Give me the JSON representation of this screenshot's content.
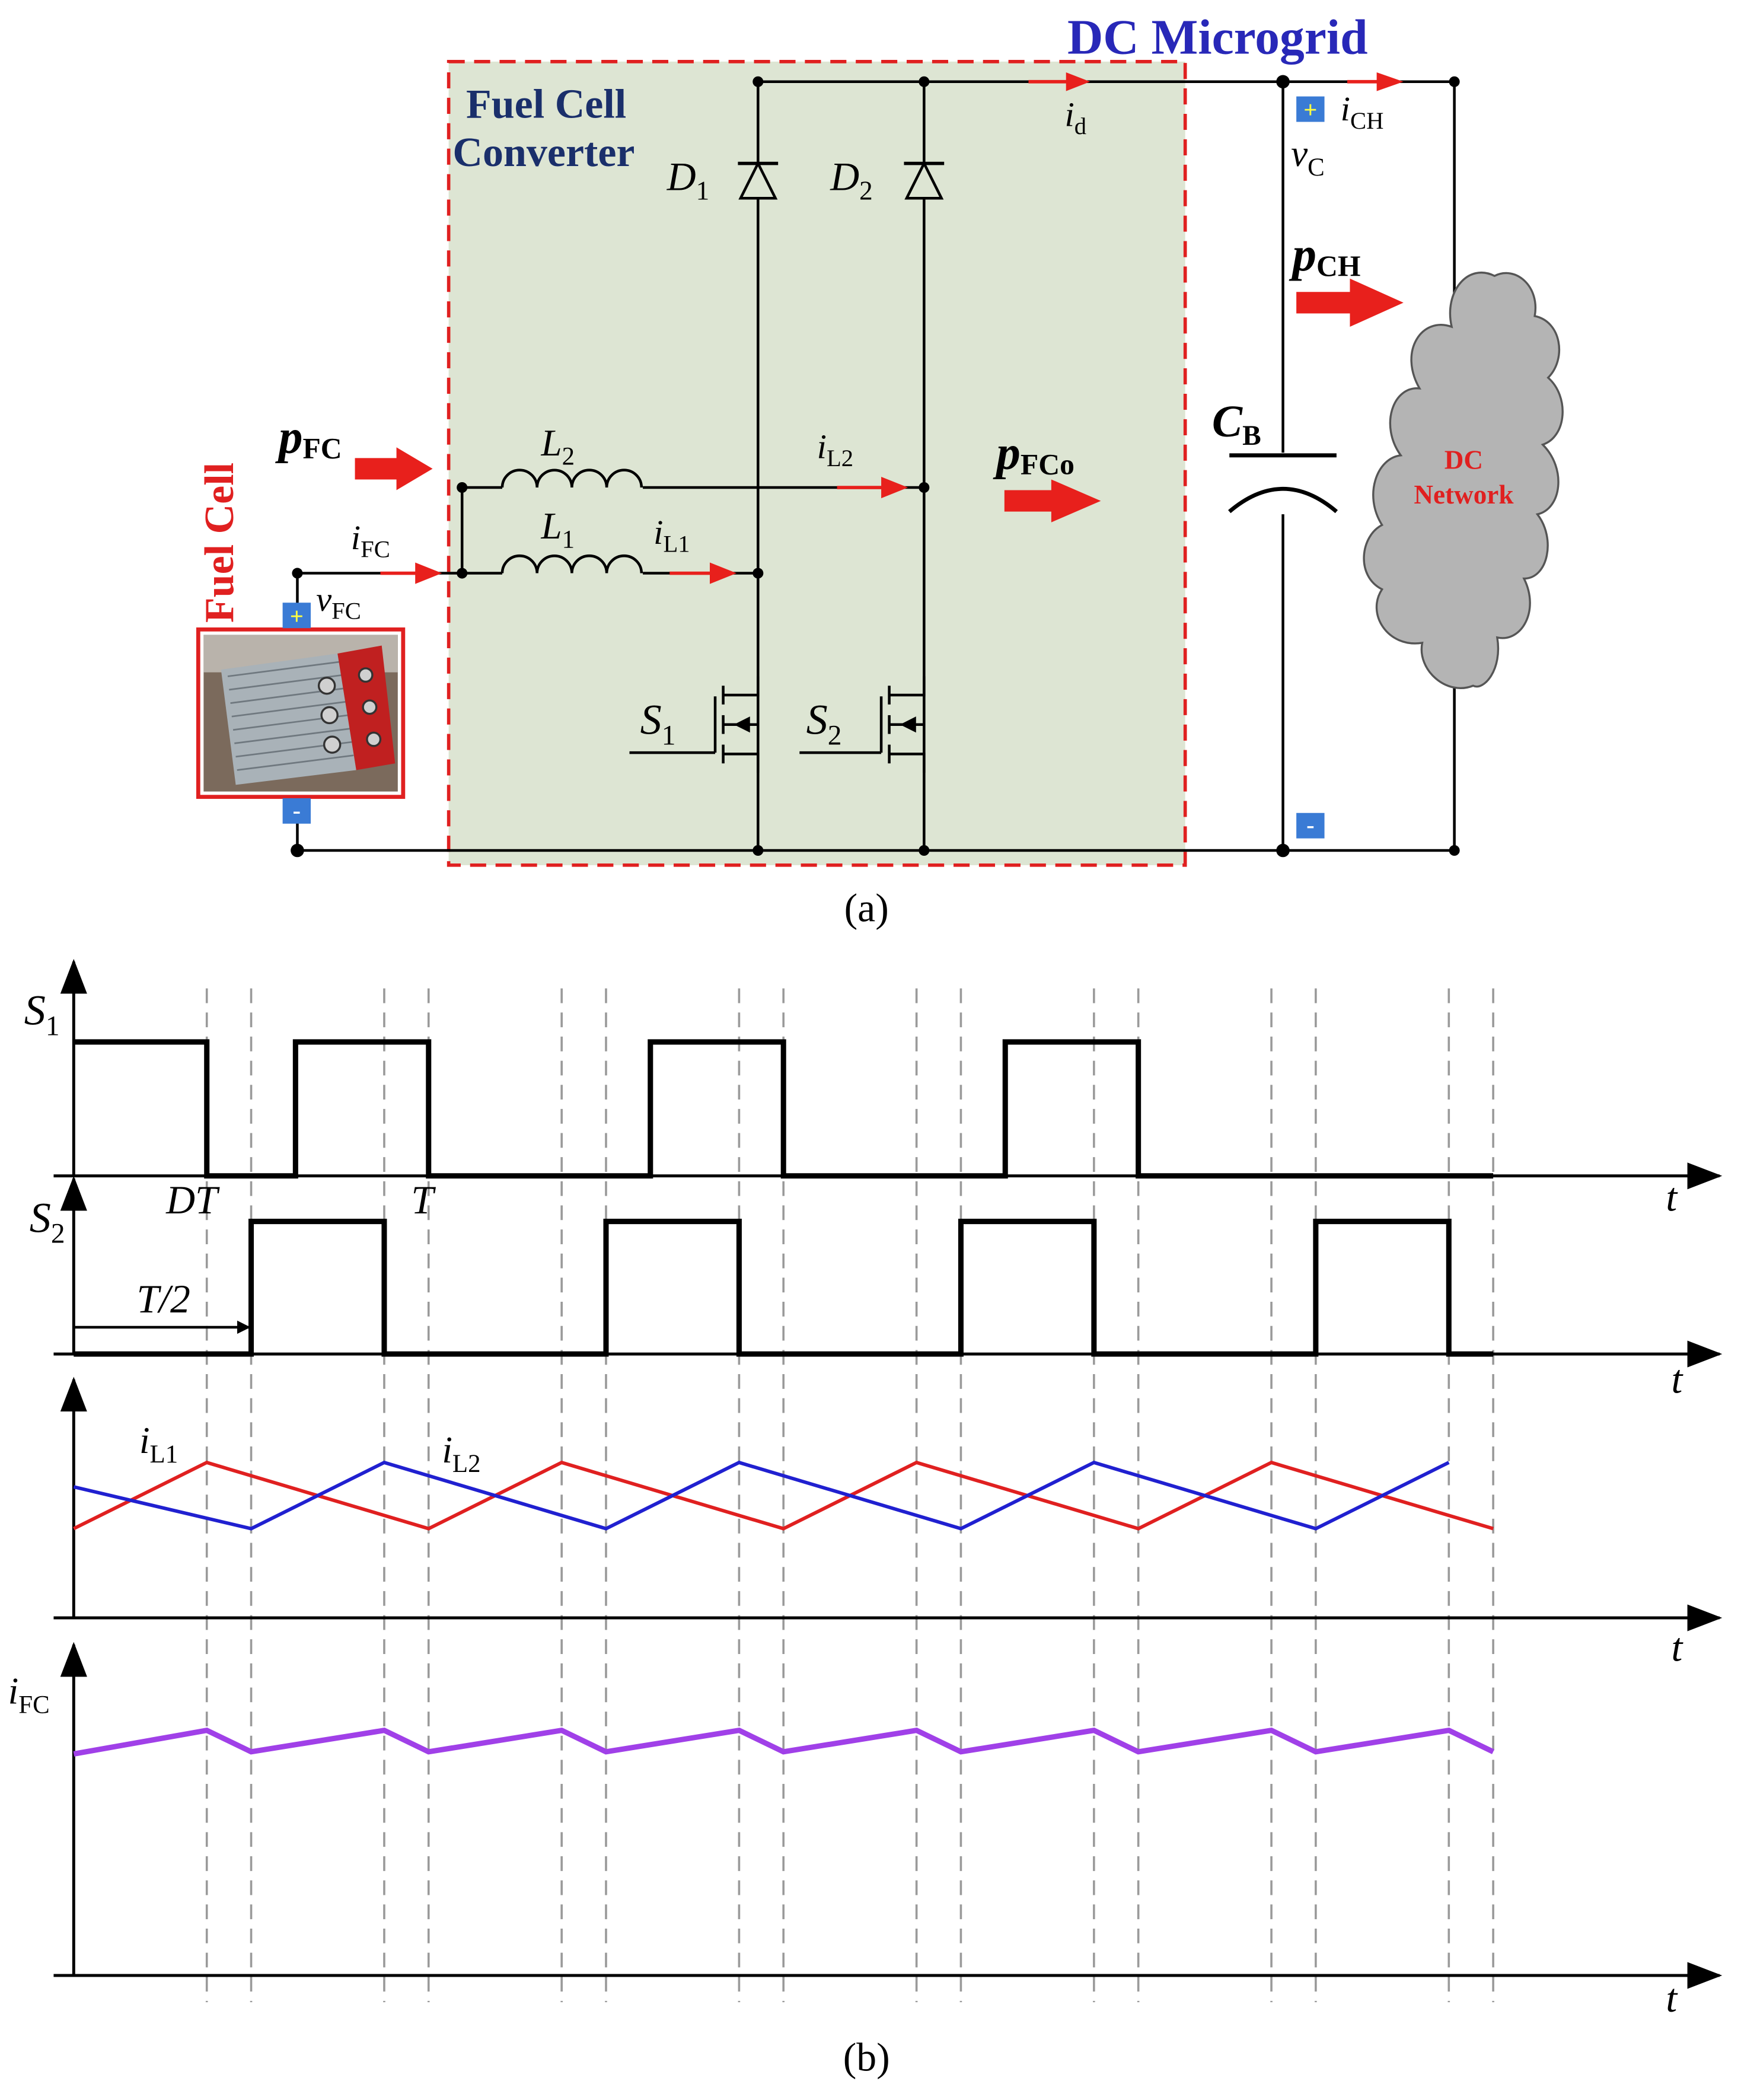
{
  "panel_a": {
    "converter_title_line1": "Fuel Cell",
    "converter_title_line2": "Converter",
    "microgrid_title": "DC Microgrid",
    "fuel_cell_label": "Fuel Cell",
    "network_line1": "DC",
    "network_line2": "Network",
    "caption": "(a)",
    "plus_sign": "+",
    "minus_sign": "-",
    "labels": {
      "D1": {
        "main": "D",
        "sub": "1"
      },
      "D2": {
        "main": "D",
        "sub": "2"
      },
      "L1": {
        "main": "L",
        "sub": "1"
      },
      "L2": {
        "main": "L",
        "sub": "2"
      },
      "S1": {
        "main": "S",
        "sub": "1"
      },
      "S2": {
        "main": "S",
        "sub": "2"
      },
      "iL1": {
        "main": "i",
        "sub": "L1"
      },
      "iL2": {
        "main": "i",
        "sub": "L2"
      },
      "id": {
        "main": "i",
        "sub": "d"
      },
      "iCH": {
        "main": "i",
        "sub": "CH"
      },
      "vC": {
        "main": "v",
        "sub": "C"
      },
      "iFC": {
        "main": "i",
        "sub": "FC"
      },
      "vFC": {
        "main": "v",
        "sub": "FC"
      },
      "pFC": {
        "main": "p",
        "sub": "FC"
      },
      "pFCo": {
        "main": "p",
        "sub": "FCo"
      },
      "pCH": {
        "main": "p",
        "sub": "CH"
      },
      "CB": {
        "main": "C",
        "sub": "B"
      }
    },
    "colors": {
      "converter_fill": "#dde5d3",
      "converter_border": "#e02020",
      "title_blue": "#1a2f6b",
      "microgrid_blue": "#2828b8",
      "arrow_red": "#e8201c",
      "terminal_blue": "#3a7bd5",
      "cloud_gray": "#b4b4b4"
    }
  },
  "panel_b": {
    "caption": "(b)",
    "axis_t": "t",
    "S1": {
      "main": "S",
      "sub": "1"
    },
    "S2": {
      "main": "S",
      "sub": "2"
    },
    "iL1": {
      "main": "i",
      "sub": "L1"
    },
    "iL2": {
      "main": "i",
      "sub": "L2"
    },
    "iFC": {
      "main": "i",
      "sub": "FC"
    },
    "label_DT": "DT",
    "label_T": "T",
    "label_T2": "T/2",
    "colors": {
      "iL1": "#e02020",
      "iL2": "#2020d0",
      "iFC": "#a040e8",
      "guide": "#9a9a9a"
    }
  },
  "chart_data": {
    "type": "line",
    "x_unit": "T",
    "switching_period": 1,
    "duty_ratio": 0.375,
    "phase_shift": 0.5,
    "S1_on_intervals": [
      [
        0,
        0.375
      ],
      [
        0.625,
        1.0
      ],
      [
        1.625,
        2.0
      ],
      [
        2.625,
        3.0
      ]
    ],
    "S2_on_intervals": [
      [
        0.5,
        0.875
      ],
      [
        1.5,
        1.875
      ],
      [
        2.5,
        2.875
      ],
      [
        3.5,
        3.875
      ]
    ],
    "iL1": {
      "x": [
        0,
        0.375,
        1.0,
        1.375,
        2.0,
        2.375,
        3.0,
        3.375,
        4.0
      ],
      "y": [
        0.35,
        1.0,
        0.35,
        1.0,
        0.35,
        1.0,
        0.35,
        1.0,
        0.35
      ]
    },
    "iL2": {
      "x": [
        0,
        0.5,
        0.875,
        1.5,
        1.875,
        2.5,
        2.875,
        3.5,
        3.875
      ],
      "y": [
        0.76,
        0.35,
        1.0,
        0.35,
        1.0,
        0.35,
        1.0,
        0.35,
        1.0
      ]
    },
    "iFC": {
      "x": [
        0,
        0.375,
        0.5,
        0.875,
        1.0,
        1.375,
        1.5,
        1.875,
        2.0,
        2.375,
        2.5,
        2.875,
        3.0,
        3.375,
        3.5,
        3.875,
        4.0
      ],
      "y": [
        0.78,
        1.0,
        0.8,
        1.0,
        0.8,
        1.0,
        0.8,
        1.0,
        0.8,
        1.0,
        0.8,
        1.0,
        0.8,
        1.0,
        0.8,
        1.0,
        0.8
      ]
    },
    "guide_lines_x": [
      0.375,
      0.5,
      0.875,
      1.0,
      1.375,
      1.5,
      1.875,
      2.0,
      2.375,
      2.5,
      2.875,
      3.0,
      3.375,
      3.5,
      3.875,
      4.0
    ]
  }
}
